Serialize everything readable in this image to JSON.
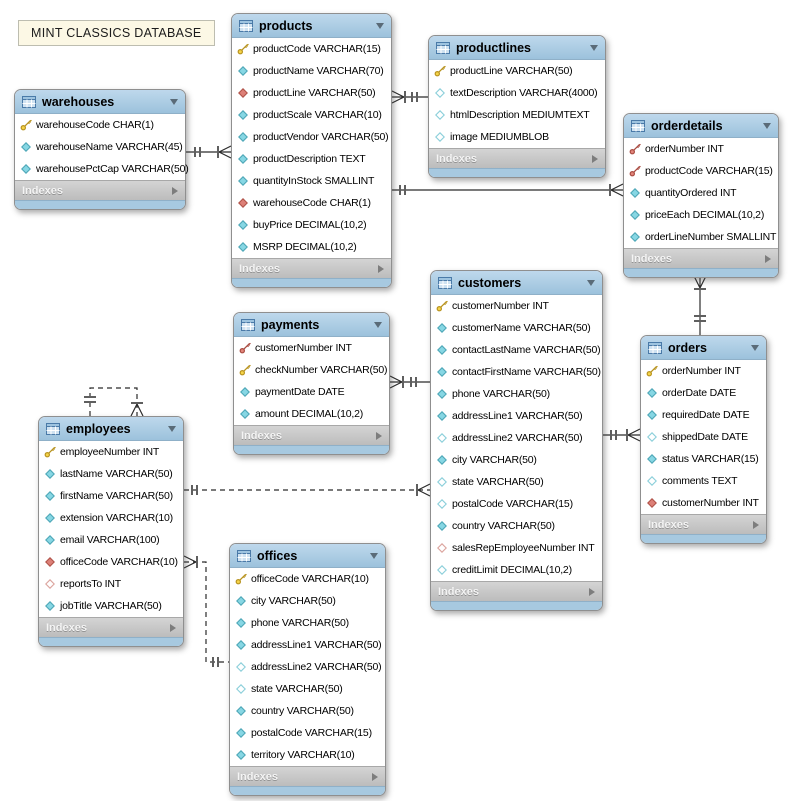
{
  "diagram_label": "MINT CLASSICS DATABASE",
  "indexes_label": "Indexes",
  "colors": {
    "table_header": "#a9cbe2",
    "table_footer_bar": "#a7c9e0",
    "indexes_bar": "#c6c6c6",
    "note_background": "#fcf8e5",
    "primary_key_icon": "#f5d44a",
    "foreign_primary_key_icon": "#e2857b",
    "column_icon": "#87d7e4",
    "fk_column_icon": "#dd8078"
  },
  "tables": [
    {
      "id": "warehouses",
      "title": "warehouses",
      "columns": [
        {
          "icon": "primary-key-icon",
          "text": "warehouseCode CHAR(1)"
        },
        {
          "icon": "column-notnull-icon",
          "text": "warehouseName VARCHAR(45)"
        },
        {
          "icon": "column-notnull-icon",
          "text": "warehousePctCap VARCHAR(50)"
        }
      ]
    },
    {
      "id": "products",
      "title": "products",
      "columns": [
        {
          "icon": "primary-key-icon",
          "text": "productCode VARCHAR(15)"
        },
        {
          "icon": "column-notnull-icon",
          "text": "productName VARCHAR(70)"
        },
        {
          "icon": "fk-notnull-icon",
          "text": "productLine VARCHAR(50)"
        },
        {
          "icon": "column-notnull-icon",
          "text": "productScale VARCHAR(10)"
        },
        {
          "icon": "column-notnull-icon",
          "text": "productVendor VARCHAR(50)"
        },
        {
          "icon": "column-notnull-icon",
          "text": "productDescription TEXT"
        },
        {
          "icon": "column-notnull-icon",
          "text": "quantityInStock SMALLINT"
        },
        {
          "icon": "fk-notnull-icon",
          "text": "warehouseCode CHAR(1)"
        },
        {
          "icon": "column-notnull-icon",
          "text": "buyPrice DECIMAL(10,2)"
        },
        {
          "icon": "column-notnull-icon",
          "text": "MSRP DECIMAL(10,2)"
        }
      ]
    },
    {
      "id": "productlines",
      "title": "productlines",
      "columns": [
        {
          "icon": "primary-key-icon",
          "text": "productLine VARCHAR(50)"
        },
        {
          "icon": "column-nullable-icon",
          "text": "textDescription VARCHAR(4000)"
        },
        {
          "icon": "column-nullable-icon",
          "text": "htmlDescription MEDIUMTEXT"
        },
        {
          "icon": "column-nullable-icon",
          "text": "image MEDIUMBLOB"
        }
      ]
    },
    {
      "id": "orderdetails",
      "title": "orderdetails",
      "columns": [
        {
          "icon": "foreign-primary-key-icon",
          "text": "orderNumber INT"
        },
        {
          "icon": "foreign-primary-key-icon",
          "text": "productCode VARCHAR(15)"
        },
        {
          "icon": "column-notnull-icon",
          "text": "quantityOrdered INT"
        },
        {
          "icon": "column-notnull-icon",
          "text": "priceEach DECIMAL(10,2)"
        },
        {
          "icon": "column-notnull-icon",
          "text": "orderLineNumber SMALLINT"
        }
      ]
    },
    {
      "id": "payments",
      "title": "payments",
      "columns": [
        {
          "icon": "foreign-primary-key-icon",
          "text": "customerNumber INT"
        },
        {
          "icon": "primary-key-icon",
          "text": "checkNumber VARCHAR(50)"
        },
        {
          "icon": "column-notnull-icon",
          "text": "paymentDate DATE"
        },
        {
          "icon": "column-notnull-icon",
          "text": "amount DECIMAL(10,2)"
        }
      ]
    },
    {
      "id": "customers",
      "title": "customers",
      "columns": [
        {
          "icon": "primary-key-icon",
          "text": "customerNumber INT"
        },
        {
          "icon": "column-notnull-icon",
          "text": "customerName VARCHAR(50)"
        },
        {
          "icon": "column-notnull-icon",
          "text": "contactLastName VARCHAR(50)"
        },
        {
          "icon": "column-notnull-icon",
          "text": "contactFirstName VARCHAR(50)"
        },
        {
          "icon": "column-notnull-icon",
          "text": "phone VARCHAR(50)"
        },
        {
          "icon": "column-notnull-icon",
          "text": "addressLine1 VARCHAR(50)"
        },
        {
          "icon": "column-nullable-icon",
          "text": "addressLine2 VARCHAR(50)"
        },
        {
          "icon": "column-notnull-icon",
          "text": "city VARCHAR(50)"
        },
        {
          "icon": "column-nullable-icon",
          "text": "state VARCHAR(50)"
        },
        {
          "icon": "column-nullable-icon",
          "text": "postalCode VARCHAR(15)"
        },
        {
          "icon": "column-notnull-icon",
          "text": "country VARCHAR(50)"
        },
        {
          "icon": "fk-nullable-icon",
          "text": "salesRepEmployeeNumber INT"
        },
        {
          "icon": "column-nullable-icon",
          "text": "creditLimit DECIMAL(10,2)"
        }
      ]
    },
    {
      "id": "orders",
      "title": "orders",
      "columns": [
        {
          "icon": "primary-key-icon",
          "text": "orderNumber INT"
        },
        {
          "icon": "column-notnull-icon",
          "text": "orderDate DATE"
        },
        {
          "icon": "column-notnull-icon",
          "text": "requiredDate DATE"
        },
        {
          "icon": "column-nullable-icon",
          "text": "shippedDate DATE"
        },
        {
          "icon": "column-notnull-icon",
          "text": "status VARCHAR(15)"
        },
        {
          "icon": "column-nullable-icon",
          "text": "comments TEXT"
        },
        {
          "icon": "fk-notnull-icon",
          "text": "customerNumber INT"
        }
      ]
    },
    {
      "id": "employees",
      "title": "employees",
      "columns": [
        {
          "icon": "primary-key-icon",
          "text": "employeeNumber INT"
        },
        {
          "icon": "column-notnull-icon",
          "text": "lastName VARCHAR(50)"
        },
        {
          "icon": "column-notnull-icon",
          "text": "firstName VARCHAR(50)"
        },
        {
          "icon": "column-notnull-icon",
          "text": "extension VARCHAR(10)"
        },
        {
          "icon": "column-notnull-icon",
          "text": "email VARCHAR(100)"
        },
        {
          "icon": "fk-notnull-icon",
          "text": "officeCode VARCHAR(10)"
        },
        {
          "icon": "fk-nullable-icon",
          "text": "reportsTo INT"
        },
        {
          "icon": "column-notnull-icon",
          "text": "jobTitle VARCHAR(50)"
        }
      ]
    },
    {
      "id": "offices",
      "title": "offices",
      "columns": [
        {
          "icon": "primary-key-icon",
          "text": "officeCode VARCHAR(10)"
        },
        {
          "icon": "column-notnull-icon",
          "text": "city VARCHAR(50)"
        },
        {
          "icon": "column-notnull-icon",
          "text": "phone VARCHAR(50)"
        },
        {
          "icon": "column-notnull-icon",
          "text": "addressLine1 VARCHAR(50)"
        },
        {
          "icon": "column-nullable-icon",
          "text": "addressLine2 VARCHAR(50)"
        },
        {
          "icon": "column-nullable-icon",
          "text": "state VARCHAR(50)"
        },
        {
          "icon": "column-notnull-icon",
          "text": "country VARCHAR(50)"
        },
        {
          "icon": "column-notnull-icon",
          "text": "postalCode VARCHAR(15)"
        },
        {
          "icon": "column-notnull-icon",
          "text": "territory VARCHAR(10)"
        }
      ]
    }
  ],
  "relationships": [
    {
      "one_side": "warehouses",
      "many_side": "products",
      "line": "solid"
    },
    {
      "one_side": "productlines",
      "many_side": "products",
      "line": "solid"
    },
    {
      "one_side": "products",
      "many_side": "orderdetails",
      "line": "solid"
    },
    {
      "one_side": "customers",
      "many_side": "payments",
      "line": "solid"
    },
    {
      "one_side": "customers",
      "many_side": "orders",
      "line": "solid"
    },
    {
      "one_side": "orders",
      "many_side": "orderdetails",
      "line": "solid"
    },
    {
      "one_side": "employees",
      "many_side": "employees",
      "line": "dashed"
    },
    {
      "one_side": "employees",
      "many_side": "customers",
      "line": "dashed"
    },
    {
      "one_side": "offices",
      "many_side": "employees",
      "line": "dashed"
    }
  ]
}
